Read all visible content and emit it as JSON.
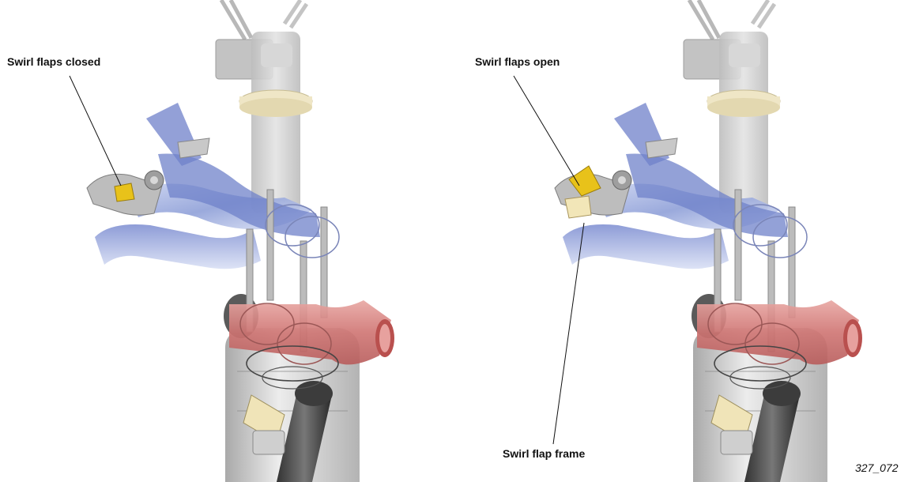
{
  "diagram": {
    "callouts": {
      "closed": "Swirl flaps closed",
      "open": "Swirl flaps open",
      "frame": "Swirl flap frame"
    },
    "figure_number": "327_072"
  },
  "colors": {
    "intake_blue": "#8fa0d8",
    "exhaust_red": "#d98a88",
    "flap_yellow": "#e8c21a",
    "injector_gray": "#cfcfcf",
    "leader_line": "#111111"
  }
}
